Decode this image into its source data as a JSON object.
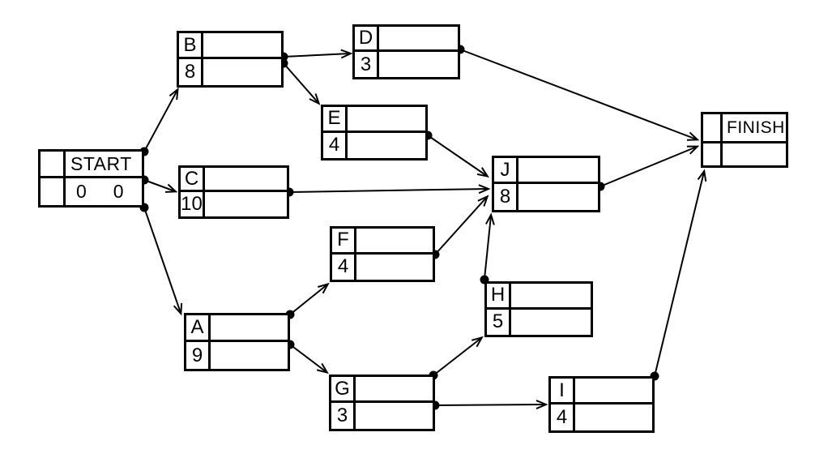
{
  "canvas": {
    "background": "#ffffff",
    "ink": "#000000"
  },
  "nodes": {
    "start": {
      "label": "START",
      "early": "0",
      "late": "0"
    },
    "a": {
      "label": "A",
      "duration": "9"
    },
    "b": {
      "label": "B",
      "duration": "8"
    },
    "c": {
      "label": "C",
      "duration": "10"
    },
    "d": {
      "label": "D",
      "duration": "3"
    },
    "e": {
      "label": "E",
      "duration": "4"
    },
    "f": {
      "label": "F",
      "duration": "4"
    },
    "g": {
      "label": "G",
      "duration": "3"
    },
    "h": {
      "label": "H",
      "duration": "5"
    },
    "i": {
      "label": "I",
      "duration": "4"
    },
    "j": {
      "label": "J",
      "duration": "8"
    },
    "finish": {
      "label": "FINISH"
    }
  },
  "edges": [
    {
      "from": "START",
      "to": "B"
    },
    {
      "from": "START",
      "to": "C"
    },
    {
      "from": "START",
      "to": "A"
    },
    {
      "from": "B",
      "to": "D"
    },
    {
      "from": "B",
      "to": "E"
    },
    {
      "from": "C",
      "to": "J"
    },
    {
      "from": "E",
      "to": "J"
    },
    {
      "from": "F",
      "to": "J"
    },
    {
      "from": "H",
      "to": "J"
    },
    {
      "from": "A",
      "to": "F"
    },
    {
      "from": "A",
      "to": "G"
    },
    {
      "from": "G",
      "to": "H"
    },
    {
      "from": "G",
      "to": "I"
    },
    {
      "from": "D",
      "to": "FINISH"
    },
    {
      "from": "J",
      "to": "FINISH"
    },
    {
      "from": "I",
      "to": "FINISH"
    }
  ]
}
